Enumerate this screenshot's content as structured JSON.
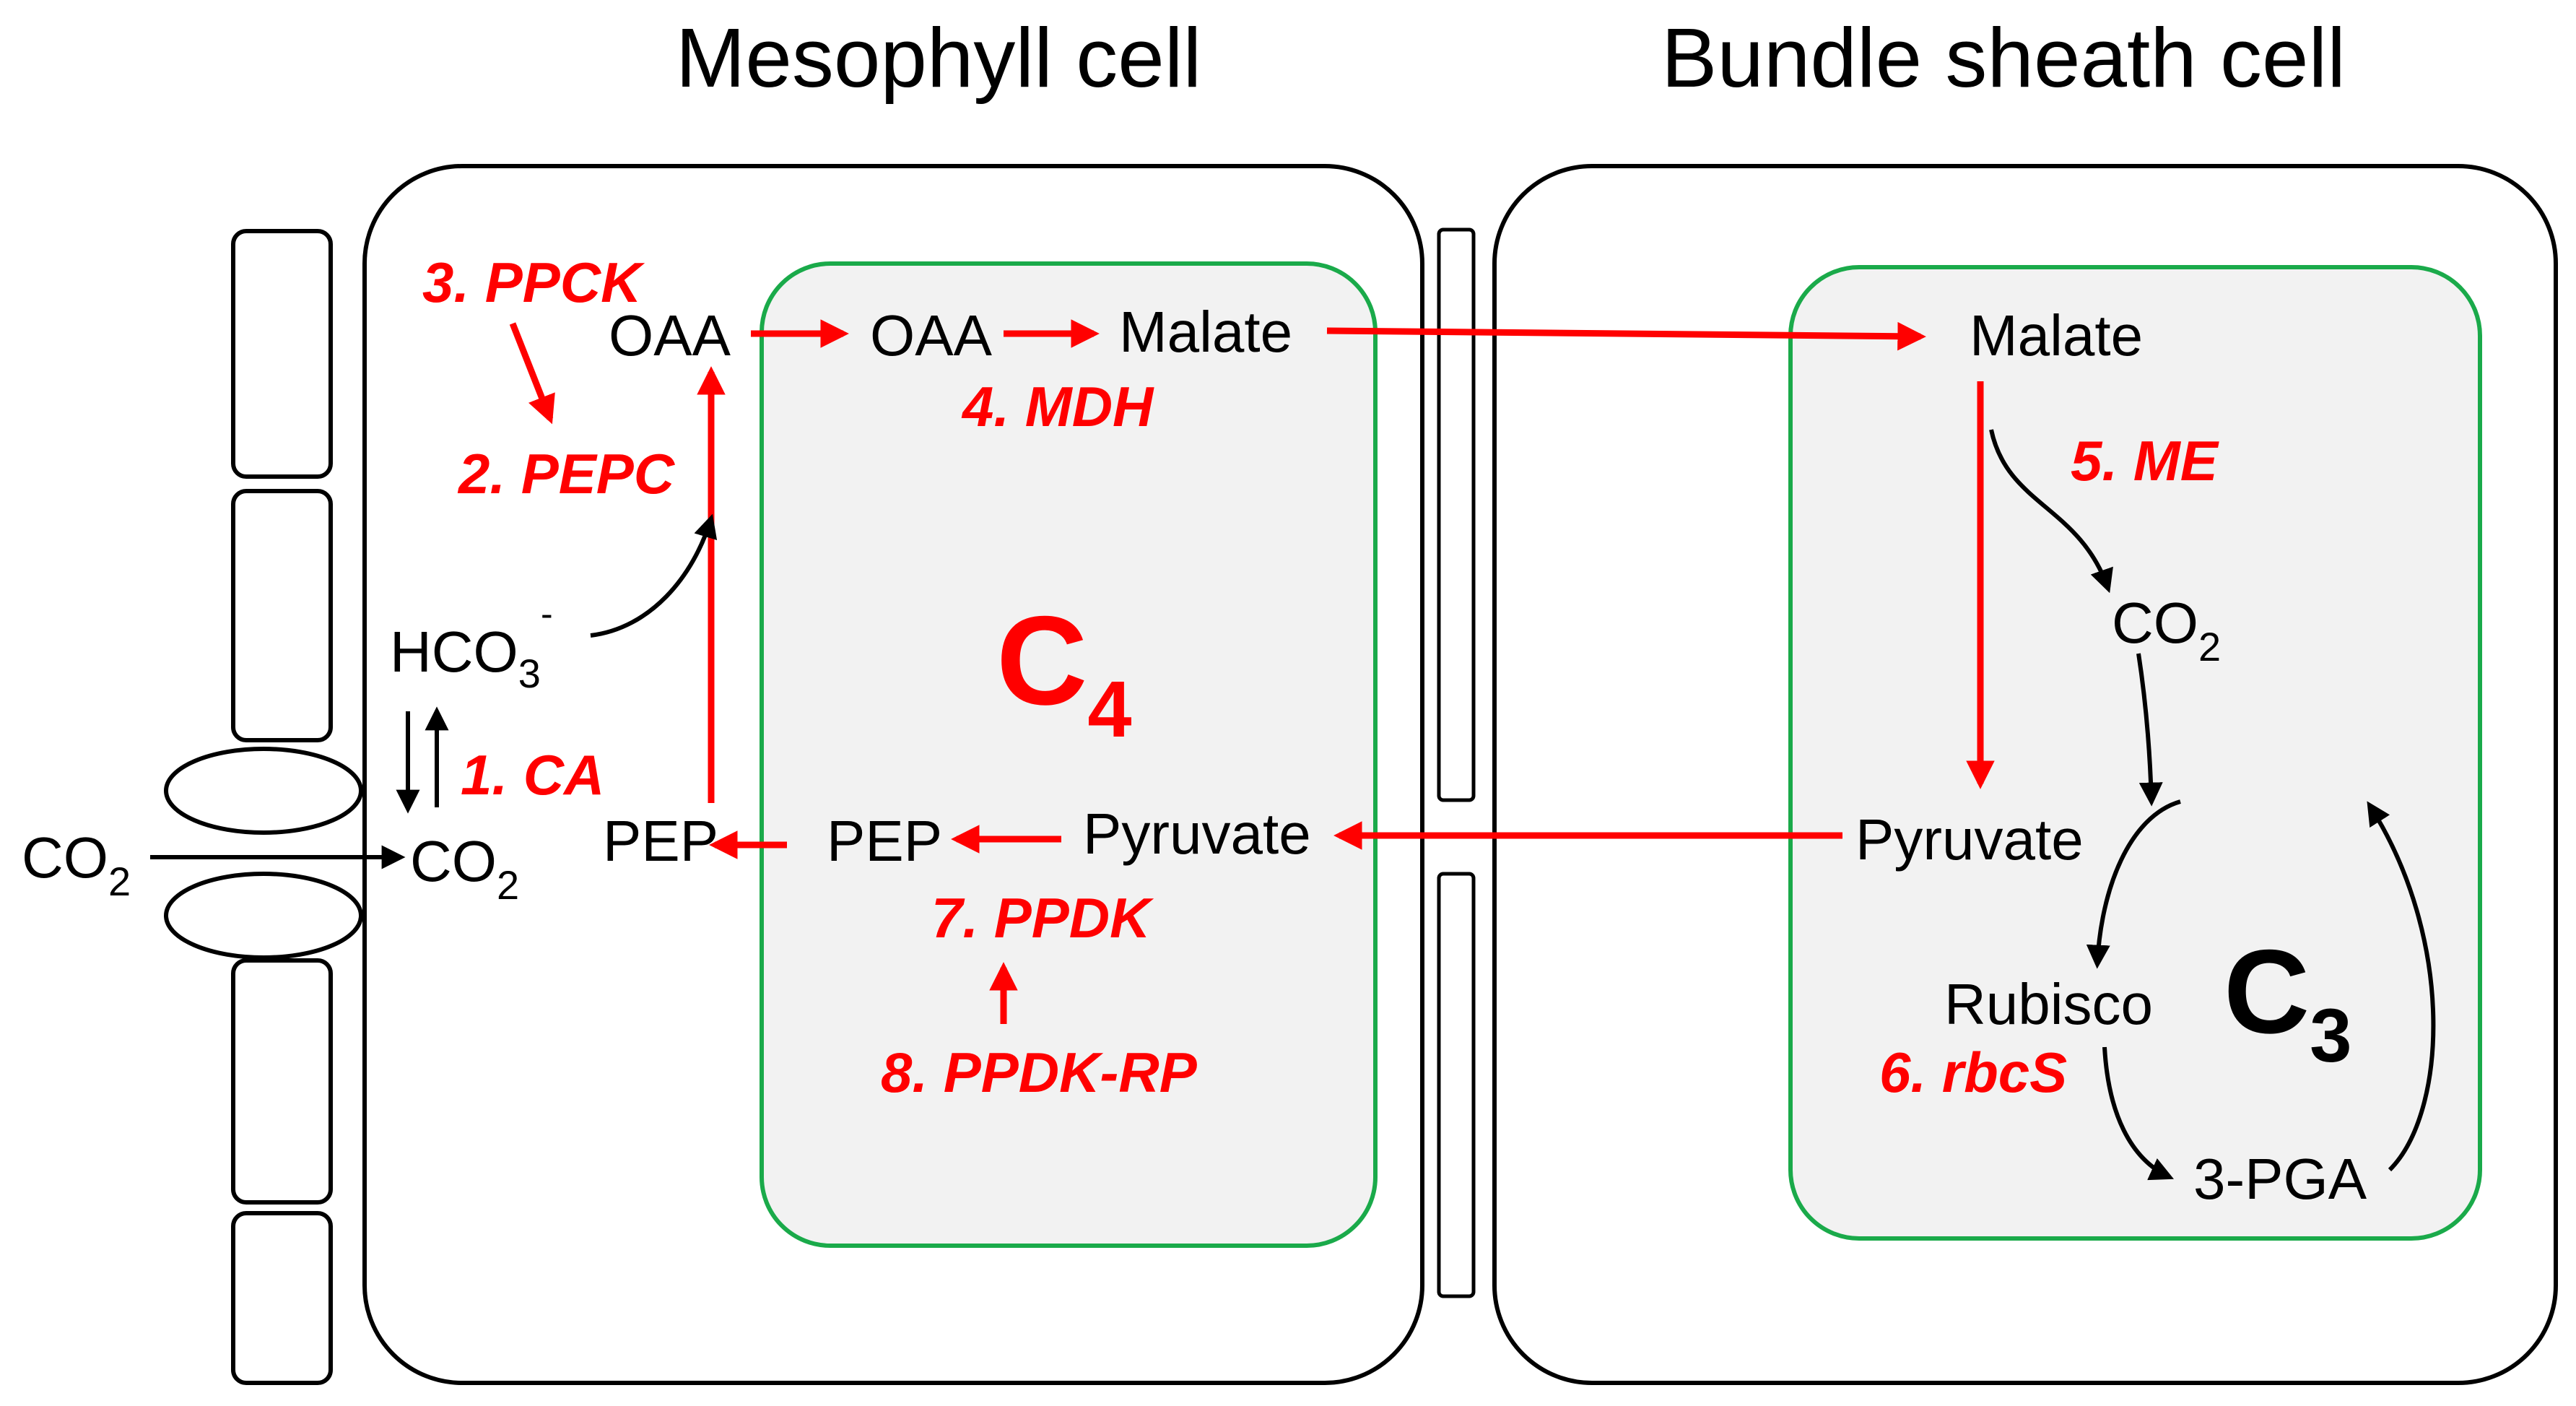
{
  "titles": {
    "mesophyll": "Mesophyll cell",
    "bundle_sheath": "Bundle sheath cell"
  },
  "metabolites": {
    "oaa_cyto": "OAA",
    "oaa_chloro": "OAA",
    "malate_m": "Malate",
    "malate_bs": "Malate",
    "hco3_base": "HCO",
    "hco3_sub": "3",
    "hco3_sup": "-",
    "co2_out_base": "CO",
    "co2_out_sub": "2",
    "co2_in_base": "CO",
    "co2_in_sub": "2",
    "pep_cyto": "PEP",
    "pep_chloro": "PEP",
    "pyruvate_m": "Pyruvate",
    "pyruvate_bs": "Pyruvate",
    "co2_bs_base": "CO",
    "co2_bs_sub": "2",
    "rubisco": "Rubisco",
    "pga": "3-PGA"
  },
  "enzymes": {
    "ca": "1. CA",
    "pepc": "2. PEPC",
    "ppck": "3. PPCK",
    "mdh": "4. MDH",
    "me": "5. ME",
    "rbcs": "6. rbcS",
    "ppdk": "7. PPDK",
    "ppdk_rp": "8. PPDK-RP"
  },
  "pathways": {
    "c4_base": "C",
    "c4_sub": "4",
    "c3_base": "C",
    "c3_sub": "3"
  },
  "colors": {
    "enzyme": "#ff0000",
    "chloroplast_border": "#1aaa4a",
    "chloroplast_fill": "#f2f2f2"
  }
}
